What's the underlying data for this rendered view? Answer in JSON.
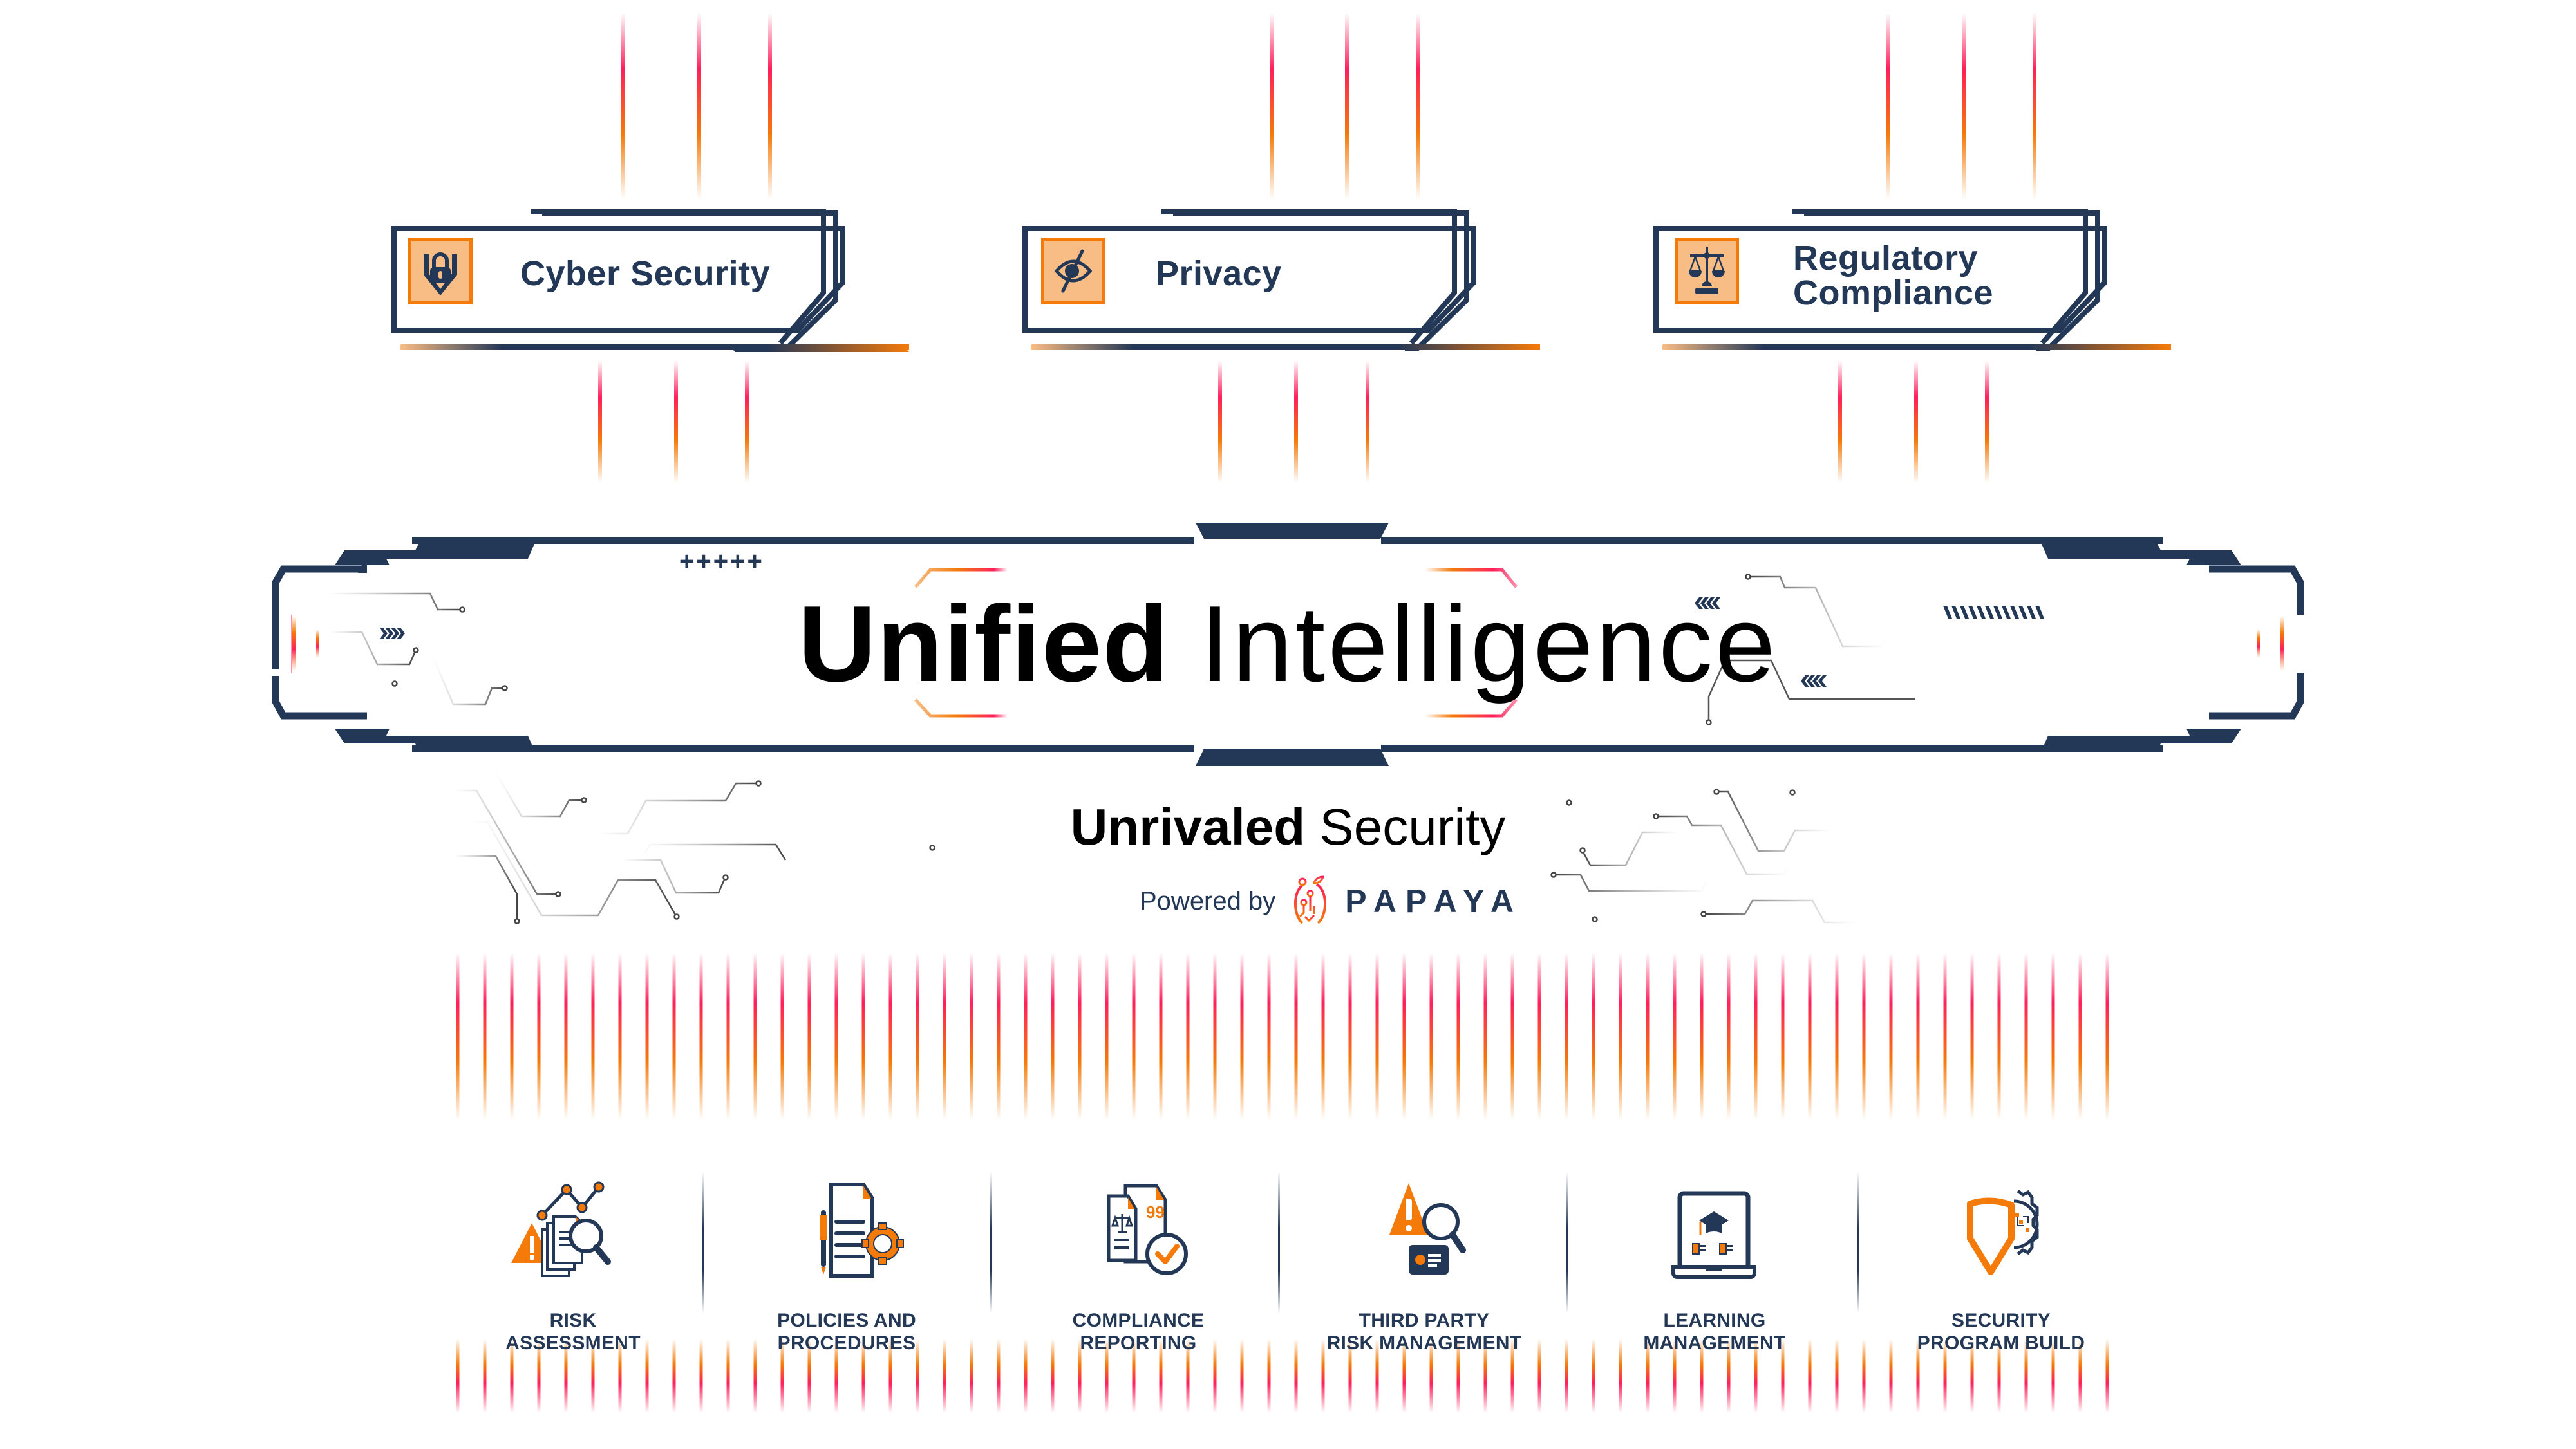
{
  "colors": {
    "navy": "#233756",
    "orange": "#f47a0a",
    "pink": "#ff1f5a",
    "icon_bg": "#f8bd85",
    "text_black": "#000000"
  },
  "pillars": [
    {
      "label": "Cyber Security",
      "icon": "shield-lock-icon"
    },
    {
      "label": "Privacy",
      "icon": "eye-slash-icon"
    },
    {
      "label_line1": "Regulatory",
      "label_line2": "Compliance",
      "icon": "scales-icon"
    }
  ],
  "hero": {
    "title_bold": "Unified",
    "title_light": "Intelligence",
    "decor_plus": "+++++"
  },
  "subtitle": {
    "bold": "Unrivaled",
    "light": "Security",
    "powered_by": "Powered by",
    "brand": "PAPAYA"
  },
  "services": [
    {
      "line1": "RISK",
      "line2": "ASSESSMENT",
      "icon": "risk-assessment-icon"
    },
    {
      "line1": "POLICIES AND",
      "line2": "PROCEDURES",
      "icon": "policy-document-gear-icon"
    },
    {
      "line1": "COMPLIANCE",
      "line2": "REPORTING",
      "icon": "compliance-report-check-icon"
    },
    {
      "line1": "THIRD PARTY",
      "line2": "RISK MANAGEMENT",
      "icon": "third-party-risk-icon"
    },
    {
      "line1": "LEARNING",
      "line2": "MANAGEMENT",
      "icon": "laptop-graduation-icon"
    },
    {
      "line1": "SECURITY",
      "line2": "PROGRAM BUILD",
      "icon": "shield-gear-icon"
    }
  ]
}
